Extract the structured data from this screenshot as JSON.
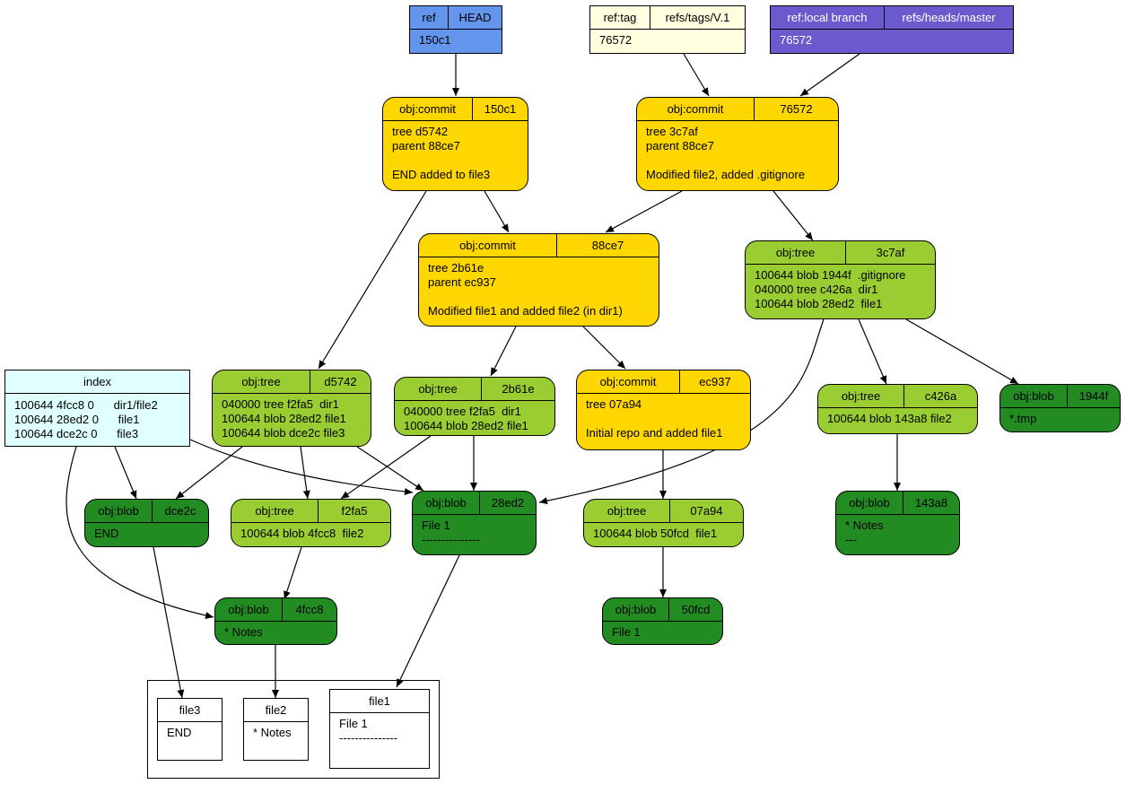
{
  "refs": {
    "head": {
      "type": "ref",
      "name": "HEAD",
      "target": "150c1"
    },
    "tag": {
      "type": "ref:tag",
      "name": "refs/tags/V.1",
      "target": "76572"
    },
    "branch": {
      "type": "ref:local branch",
      "name": "refs/heads/master",
      "target": "76572"
    }
  },
  "commits": {
    "c150c1": {
      "type": "obj:commit",
      "id": "150c1",
      "content": "tree d5742\nparent 88ce7\n\nEND added to file3"
    },
    "c76572": {
      "type": "obj:commit",
      "id": "76572",
      "content": "tree 3c7af\nparent 88ce7\n\nModified file2, added .gitignore"
    },
    "c88ce7": {
      "type": "obj:commit",
      "id": "88ce7",
      "content": "tree 2b61e\nparent ec937\n\nModified file1 and added file2 (in dir1)"
    },
    "cec937": {
      "type": "obj:commit",
      "id": "ec937",
      "content": "tree 07a94\n\nInitial repo and added file1"
    }
  },
  "trees": {
    "t3c7af": {
      "type": "obj:tree",
      "id": "3c7af",
      "content": "100644 blob 1944f  .gitignore\n040000 tree c426a  dir1\n100644 blob 28ed2  file1"
    },
    "td5742": {
      "type": "obj:tree",
      "id": "d5742",
      "content": "040000 tree f2fa5  dir1\n100644 blob 28ed2 file1\n100644 blob dce2c file3"
    },
    "t2b61e": {
      "type": "obj:tree",
      "id": "2b61e",
      "content": "040000 tree f2fa5  dir1\n100644 blob 28ed2 file1"
    },
    "tc426a": {
      "type": "obj:tree",
      "id": "c426a",
      "content": "100644 blob 143a8 file2"
    },
    "tf2fa5": {
      "type": "obj:tree",
      "id": "f2fa5",
      "content": "100644 blob 4fcc8  file2"
    },
    "t07a94": {
      "type": "obj:tree",
      "id": "07a94",
      "content": "100644 blob 50fcd  file1"
    }
  },
  "blobs": {
    "b1944f": {
      "type": "obj:blob",
      "id": "1944f",
      "content": "*.tmp"
    },
    "bdce2c": {
      "type": "obj:blob",
      "id": "dce2c",
      "content": "END"
    },
    "b28ed2": {
      "type": "obj:blob",
      "id": "28ed2",
      "content": "File 1\n---------------"
    },
    "b143a8": {
      "type": "obj:blob",
      "id": "143a8",
      "content": "* Notes\n---"
    },
    "b4fcc8": {
      "type": "obj:blob",
      "id": "4fcc8",
      "content": "* Notes"
    },
    "b50fcd": {
      "type": "obj:blob",
      "id": "50fcd",
      "content": "File 1"
    }
  },
  "index": {
    "title": "index",
    "entries": "100644 4fcc8 0      dir1/file2\n100644 28ed2 0      file1\n100644 dce2c 0      file3"
  },
  "workdir": {
    "file3": {
      "name": "file3",
      "content": "END"
    },
    "file2": {
      "name": "file2",
      "content": "* Notes"
    },
    "file1": {
      "name": "file1",
      "content": "File 1\n---------------"
    }
  },
  "colors": {
    "ref": "#6495ED",
    "tag": "#FFFFE0",
    "branch": "#6A5ACD",
    "commit": "#FFD700",
    "tree": "#9ACD32",
    "blob": "#228B22",
    "index": "#E0FFFF"
  }
}
